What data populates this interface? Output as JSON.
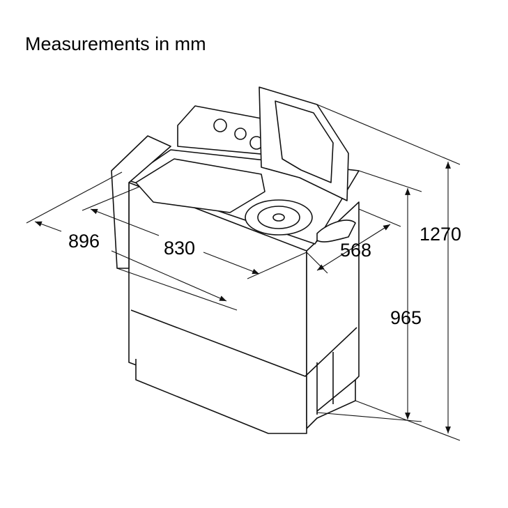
{
  "title": "Measurements in mm",
  "dimensions": {
    "depth_total": "896",
    "depth_body": "830",
    "width": "568",
    "height_lid_open": "1270",
    "height_body": "965"
  },
  "colors": {
    "line": "#111111",
    "background": "#ffffff"
  }
}
